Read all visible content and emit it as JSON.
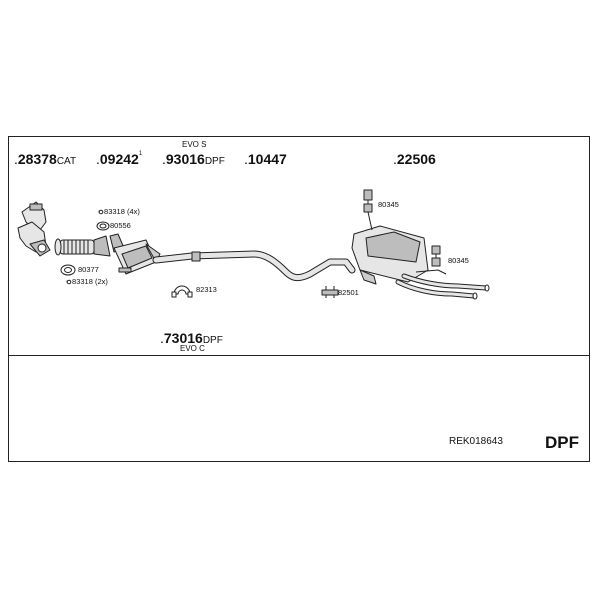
{
  "top_labels": {
    "p28378": {
      "dot": ".",
      "num": "28378",
      "sfx": "CAT"
    },
    "p09242": {
      "dot": ".",
      "num": "09242",
      "sup": "1"
    },
    "p93016": {
      "dot": ".",
      "num": "93016",
      "sfx": "DPF",
      "above": "EVO S"
    },
    "p10447": {
      "dot": ".",
      "num": "10447"
    },
    "p22506": {
      "dot": ".",
      "num": "22506"
    }
  },
  "bottom_label": {
    "dot": ".",
    "num": "73016",
    "sfx": "DPF",
    "below": "EVO C"
  },
  "small_parts": {
    "s83318_4": "83318 (4x)",
    "s80556": "80556",
    "s80377": "80377",
    "s83318_2": "83318 (2x)",
    "s82313": "82313",
    "s80345_top": "80345",
    "s80345_right": "80345",
    "s82501": "82501"
  },
  "footer": {
    "reference": "REK018643",
    "type": "DPF"
  },
  "colors": {
    "line": "#222222",
    "fill": "#e6e6e6",
    "shade": "#bdbdbd"
  }
}
